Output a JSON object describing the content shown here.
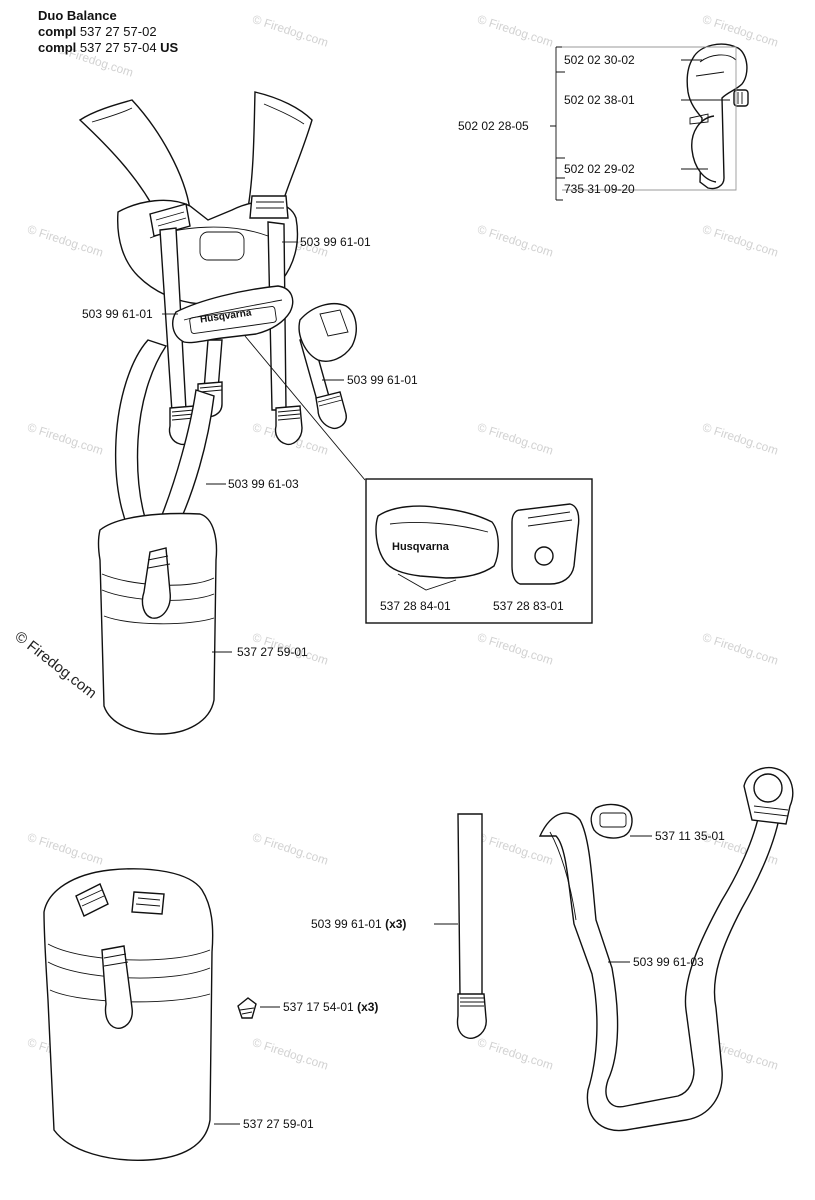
{
  "header": {
    "title": "Duo Balance",
    "compl_word": "compl",
    "line1_number": "537 27 57-02",
    "line2_number": "537 27 57-04",
    "line2_suffix": "US"
  },
  "watermark_text": "© Firedog.com",
  "copyright_text": "© Firedog.com",
  "callouts": {
    "hook_group": "502 02 28-05",
    "hook_a": "502 02 30-02",
    "hook_b": "502 02 38-01",
    "hook_c": "502 02 29-02",
    "hook_d": "735 31 09-20",
    "strap_right_top": "503 99 61-01",
    "strap_left": "503 99 61-01",
    "strap_right_low": "503 99 61-01",
    "belt_harness": "503 99 61-03",
    "inset_left": "537 28 84-01",
    "inset_right": "537 28 83-01",
    "hip_pad_top": "537 27 59-01",
    "strap_single": "503 99 61-01",
    "strap_single_qty": "(x3)",
    "buckle": "537 11 35-01",
    "belt_loose": "503 99 61-03",
    "screw": "537 17 54-01",
    "screw_qty": "(x3)",
    "hip_pad_bottom": "537 27 59-01"
  },
  "brand_logo": "Husqvarna",
  "icons": {
    "hook": "snap-hook-icon",
    "screw": "screw-icon"
  }
}
